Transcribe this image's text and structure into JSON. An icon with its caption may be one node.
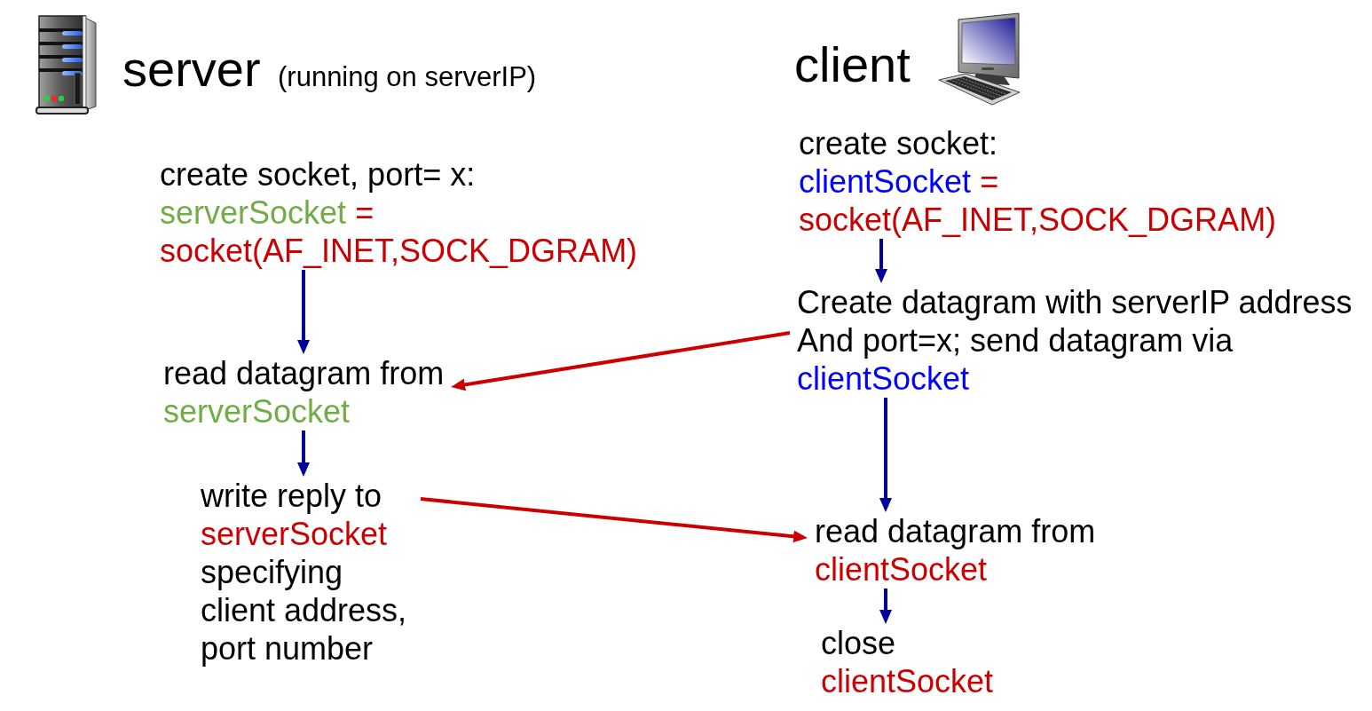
{
  "diagram": {
    "nodes": [
      {
        "text": [
          "create socket, port= x:",
          "serverSocket",
          "=",
          "socket(AF_INET,SOCK_DGRAM)"
        ]
      },
      {
        "text": [
          "read datagram from",
          "serverSocket"
        ]
      },
      {
        "text": [
          "write reply to",
          "serverSocket",
          "specifying client address, port number"
        ]
      },
      {
        "text": [
          "create socket:",
          "clientSocket",
          "=",
          "socket(AF_INET,SOCK_DGRAM)"
        ]
      },
      {
        "text": [
          "Create datagram with serverIP address And port=x; send datagram via",
          "clientSocket"
        ]
      },
      {
        "text": [
          "read datagram from",
          "clientSocket"
        ]
      },
      {
        "text": [
          "close",
          "clientSocket"
        ]
      }
    ],
    "edges": [
      {
        "from": 0,
        "to": 1,
        "arrow": "to"
      },
      {
        "from": 1,
        "to": 2,
        "arrow": "to"
      },
      {
        "from": 3,
        "to": 4,
        "arrow": "to"
      },
      {
        "from": 4,
        "to": 1,
        "arrow": "to",
        "color": "#cc0000"
      },
      {
        "from": 4,
        "to": 5,
        "arrow": "to"
      },
      {
        "from": 2,
        "to": 5,
        "arrow": "to",
        "color": "#cc0000"
      },
      {
        "from": 5,
        "to": 6,
        "arrow": "to"
      }
    ],
    "labels": [
      "server",
      "(running on serverIP)",
      "client"
    ]
  }
}
